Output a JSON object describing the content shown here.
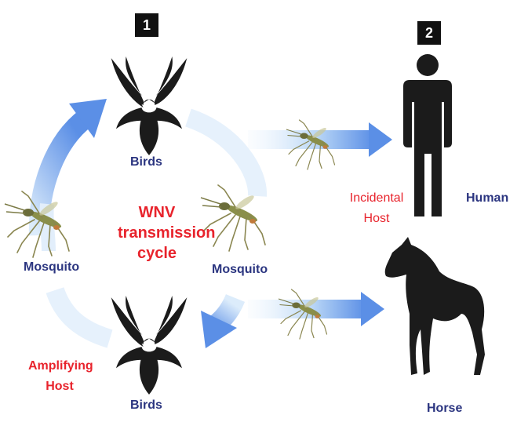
{
  "colors": {
    "arrow": "#5b8fe6",
    "arrow_light": "#dcecfb",
    "silhouette": "#1b1b1b",
    "label_blue": "#2b3580",
    "label_red": "#e8232c",
    "badge_bg": "#111111"
  },
  "badges": {
    "one": "1",
    "two": "2"
  },
  "cycle": {
    "title_line1": "WNV",
    "title_line2": "transmission",
    "title_line3": "cycle",
    "top_bird_label": "Birds",
    "bottom_bird_label": "Birds",
    "left_mosquito_label": "Mosquito",
    "right_mosquito_label": "Mosquito",
    "amplifying_line1": "Amplifying",
    "amplifying_line2": "Host"
  },
  "hosts": {
    "incidental_line1": "Incidental",
    "incidental_line2": "Host",
    "human_label": "Human",
    "horse_label": "Horse"
  },
  "icons": [
    "bird-icon",
    "mosquito-icon",
    "human-icon",
    "horse-icon",
    "arrow-icon"
  ]
}
